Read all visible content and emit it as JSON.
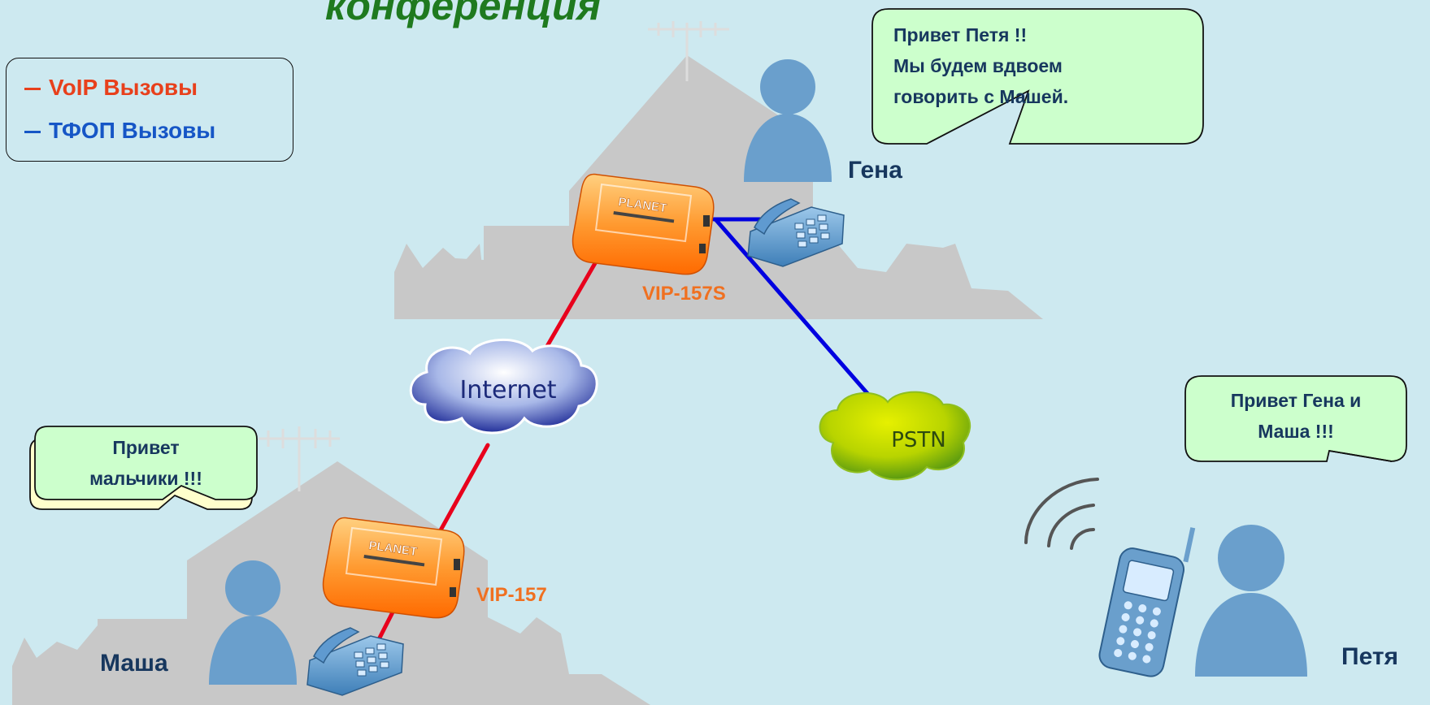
{
  "title": "конференция",
  "legend": {
    "voip": "VoIP Вызовы",
    "pstn": "ТФОП Вызовы"
  },
  "colors": {
    "voip_line": "#e8001c",
    "pstn_line": "#0000e0",
    "voip_text": "#e8401c",
    "pstn_text": "#1656c6",
    "background": "#cde9f0",
    "house": "#c8c8c8",
    "person": "#6a9fcc",
    "bubble": "#ccffcc",
    "bubble_yellow": "#ffffcc",
    "gateway": "#ff9020"
  },
  "bubbles": {
    "gena": [
      "Привет Петя !!",
      "Мы будем вдвоем",
      "говорить с Машей."
    ],
    "petya": [
      "Привет Гена и",
      "Маша !!!"
    ],
    "masha": [
      "Привет",
      "мальчики !!!"
    ]
  },
  "names": {
    "gena": "Гена",
    "masha": "Маша",
    "petya": "Петя"
  },
  "devices": {
    "gateway_top": "VIP-157S",
    "gateway_bottom": "VIP-157",
    "gateway_brand": "PLANET"
  },
  "clouds": {
    "internet": "Internet",
    "pstn": "PSTN"
  },
  "icons": [
    "person-icon",
    "desk-phone-icon",
    "mobile-phone-icon",
    "antenna-icon",
    "signal-waves-icon",
    "house-icon",
    "gateway-icon",
    "cloud-icon"
  ]
}
